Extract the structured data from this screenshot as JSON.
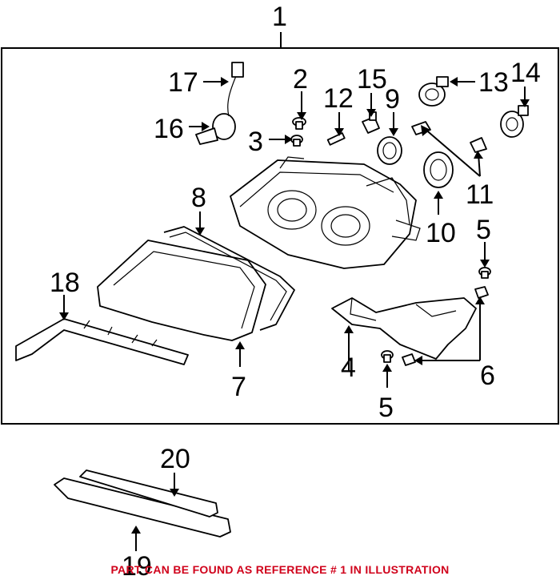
{
  "callouts": {
    "c1": "1",
    "c2": "2",
    "c3": "3",
    "c4": "4",
    "c5a": "5",
    "c5b": "5",
    "c6": "6",
    "c7": "7",
    "c8": "8",
    "c9": "9",
    "c10": "10",
    "c11": "11",
    "c12": "12",
    "c13": "13",
    "c14": "14",
    "c15": "15",
    "c16": "16",
    "c17": "17",
    "c18": "18",
    "c19": "19",
    "c20": "20"
  },
  "footer_note": "PART CAN BE FOUND AS REFERENCE # 1 IN ILLUSTRATION",
  "colors": {
    "footer": "#d0021b",
    "line": "#000000",
    "background": "#ffffff"
  }
}
